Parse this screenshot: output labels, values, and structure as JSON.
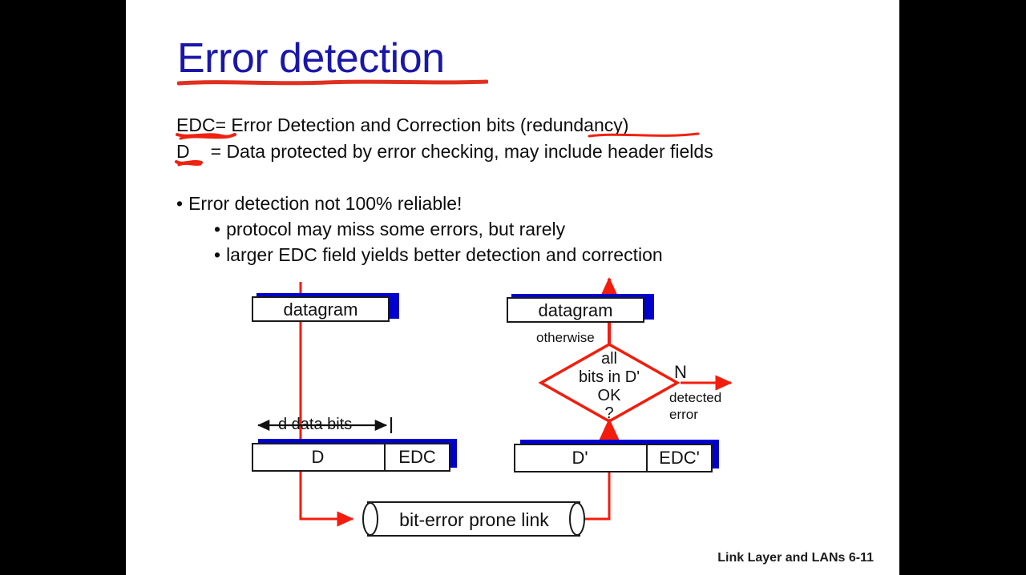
{
  "slide": {
    "title": "Error detection",
    "title_color": "#1a17a8",
    "accent_red": "#f41c0c",
    "accent_blue": "#0000cf",
    "definitions": [
      {
        "term": "EDC",
        "rest": "= Error Detection and Correction bits (redundancy)"
      },
      {
        "term": "D",
        "rest": "= Data protected by error checking, may include header fields"
      }
    ],
    "bullets": [
      {
        "dot": "•",
        "text": "Error detection not 100% reliable!",
        "level": 1
      },
      {
        "dot": "•",
        "text": "protocol may miss some errors, but rarely",
        "level": 2
      },
      {
        "dot": "•",
        "text": "larger EDC field yields better detection and correction",
        "level": 2
      }
    ],
    "footer": "Link Layer and LANs  6-11"
  },
  "diagram": {
    "sender": {
      "datagram_label": "datagram",
      "dimension_label": "←d data bits→",
      "frame_data_label": "D",
      "frame_edc_label": "EDC"
    },
    "receiver": {
      "datagram_label": "datagram",
      "otherwise_label": "otherwise",
      "decision_lines": [
        "all",
        "bits in D'",
        "OK",
        "?"
      ],
      "no_branch_label": "N",
      "no_branch_text_1": "detected",
      "no_branch_text_2": "error",
      "frame_data_label": "D'",
      "frame_edc_label": "EDC'"
    },
    "channel": {
      "label": "bit-error prone link"
    }
  }
}
